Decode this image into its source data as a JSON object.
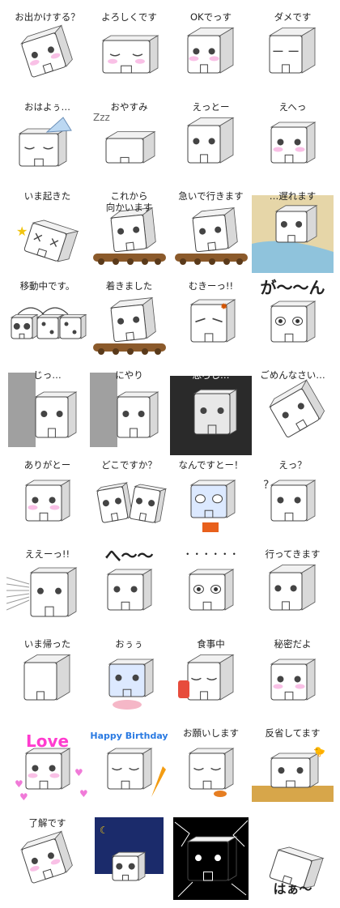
{
  "stickers": [
    {
      "caption": "お出かけする？",
      "pose": "tilt",
      "eyes": "dot",
      "tag": "cheeks"
    },
    {
      "caption": "よろしくです",
      "pose": "wide",
      "eyes": "closed",
      "tag": "cheeks"
    },
    {
      "caption": "OKでっす",
      "pose": "side",
      "eyes": "dot",
      "tag": "cheeks"
    },
    {
      "caption": "ダメです",
      "pose": "side",
      "eyes": "line",
      "tag": ""
    },
    {
      "caption": "おはよぅ…",
      "pose": "sleepy",
      "eyes": "closed",
      "tag": "nightcap"
    },
    {
      "caption": "おやすみ",
      "pose": "lying",
      "eyes": "none",
      "tag": "zzz"
    },
    {
      "caption": "えっとー",
      "pose": "side",
      "eyes": "dot",
      "tag": "sweat"
    },
    {
      "caption": "えへっ",
      "pose": "front",
      "eyes": "dot",
      "tag": "cheeks"
    },
    {
      "caption": "いま起きた",
      "pose": "fallen",
      "eyes": "x",
      "tag": "star"
    },
    {
      "caption": "これから\n向かいます",
      "pose": "log",
      "eyes": "dot",
      "tag": ""
    },
    {
      "caption": "急いで行きます",
      "pose": "log",
      "eyes": "dot",
      "tag": "motion"
    },
    {
      "caption": "…遅れます",
      "pose": "river",
      "eyes": "dot",
      "tag": ""
    },
    {
      "caption": "移動中です。",
      "pose": "dice",
      "eyes": "dot",
      "tag": "arrows"
    },
    {
      "caption": "着きました",
      "pose": "log",
      "eyes": "dot",
      "tag": ""
    },
    {
      "caption": "むきーっ!!",
      "pose": "angry",
      "eyes": "angry",
      "tag": "vein"
    },
    {
      "caption": "が～～ん",
      "pose": "front",
      "eyes": "shock",
      "tag": "big"
    },
    {
      "caption": "じっ…",
      "pose": "peek",
      "eyes": "dot",
      "tag": "wall"
    },
    {
      "caption": "にやり",
      "pose": "peek",
      "eyes": "dot",
      "tag": "wall"
    },
    {
      "caption": "恐ろし…",
      "pose": "dark",
      "eyes": "dot",
      "tag": "glow"
    },
    {
      "caption": "ごめんなさい…",
      "pose": "bow",
      "eyes": "dot",
      "tag": ""
    },
    {
      "caption": "ありがとー",
      "pose": "front",
      "eyes": "dot",
      "tag": "cheeks"
    },
    {
      "caption": "どこですか？",
      "pose": "split",
      "eyes": "dot",
      "tag": ""
    },
    {
      "caption": "なんですとー！",
      "pose": "blue",
      "eyes": "white",
      "tag": "book"
    },
    {
      "caption": "えっ？",
      "pose": "front",
      "eyes": "dot",
      "tag": "question"
    },
    {
      "caption": "ええーっ!!",
      "pose": "shock",
      "eyes": "dot",
      "tag": "lines"
    },
    {
      "caption": "へ～～",
      "pose": "front",
      "eyes": "dot",
      "tag": "big"
    },
    {
      "caption": "・・・・・・",
      "pose": "front",
      "eyes": "wide",
      "tag": ""
    },
    {
      "caption": "行ってきます",
      "pose": "side",
      "eyes": "dot",
      "tag": ""
    },
    {
      "caption": "いま帰った",
      "pose": "side",
      "eyes": "none",
      "tag": ""
    },
    {
      "caption": "おぅぅ",
      "pose": "blue",
      "eyes": "dot",
      "tag": "toilet"
    },
    {
      "caption": "食事中",
      "pose": "side",
      "eyes": "closed",
      "tag": "pot"
    },
    {
      "caption": "秘密だよ",
      "pose": "front",
      "eyes": "dot",
      "tag": "cheeks"
    },
    {
      "caption": "Love",
      "pose": "front",
      "eyes": "dot",
      "tag": "hearts"
    },
    {
      "caption": "Happy Birthday",
      "pose": "front",
      "eyes": "happy",
      "tag": "party"
    },
    {
      "caption": "お願いします",
      "pose": "front",
      "eyes": "closed",
      "tag": "bowl"
    },
    {
      "caption": "反省してます",
      "pose": "sand",
      "eyes": "dot",
      "tag": "bird"
    },
    {
      "caption": "了解です",
      "pose": "tilt",
      "eyes": "dot",
      "tag": "cheeks"
    },
    {
      "caption": "",
      "pose": "night",
      "eyes": "dot",
      "tag": "snow"
    },
    {
      "caption": "",
      "pose": "black",
      "eyes": "black",
      "tag": "cracks"
    },
    {
      "caption": "はぁ～",
      "pose": "fallen",
      "eyes": "none",
      "tag": "bottom"
    }
  ]
}
